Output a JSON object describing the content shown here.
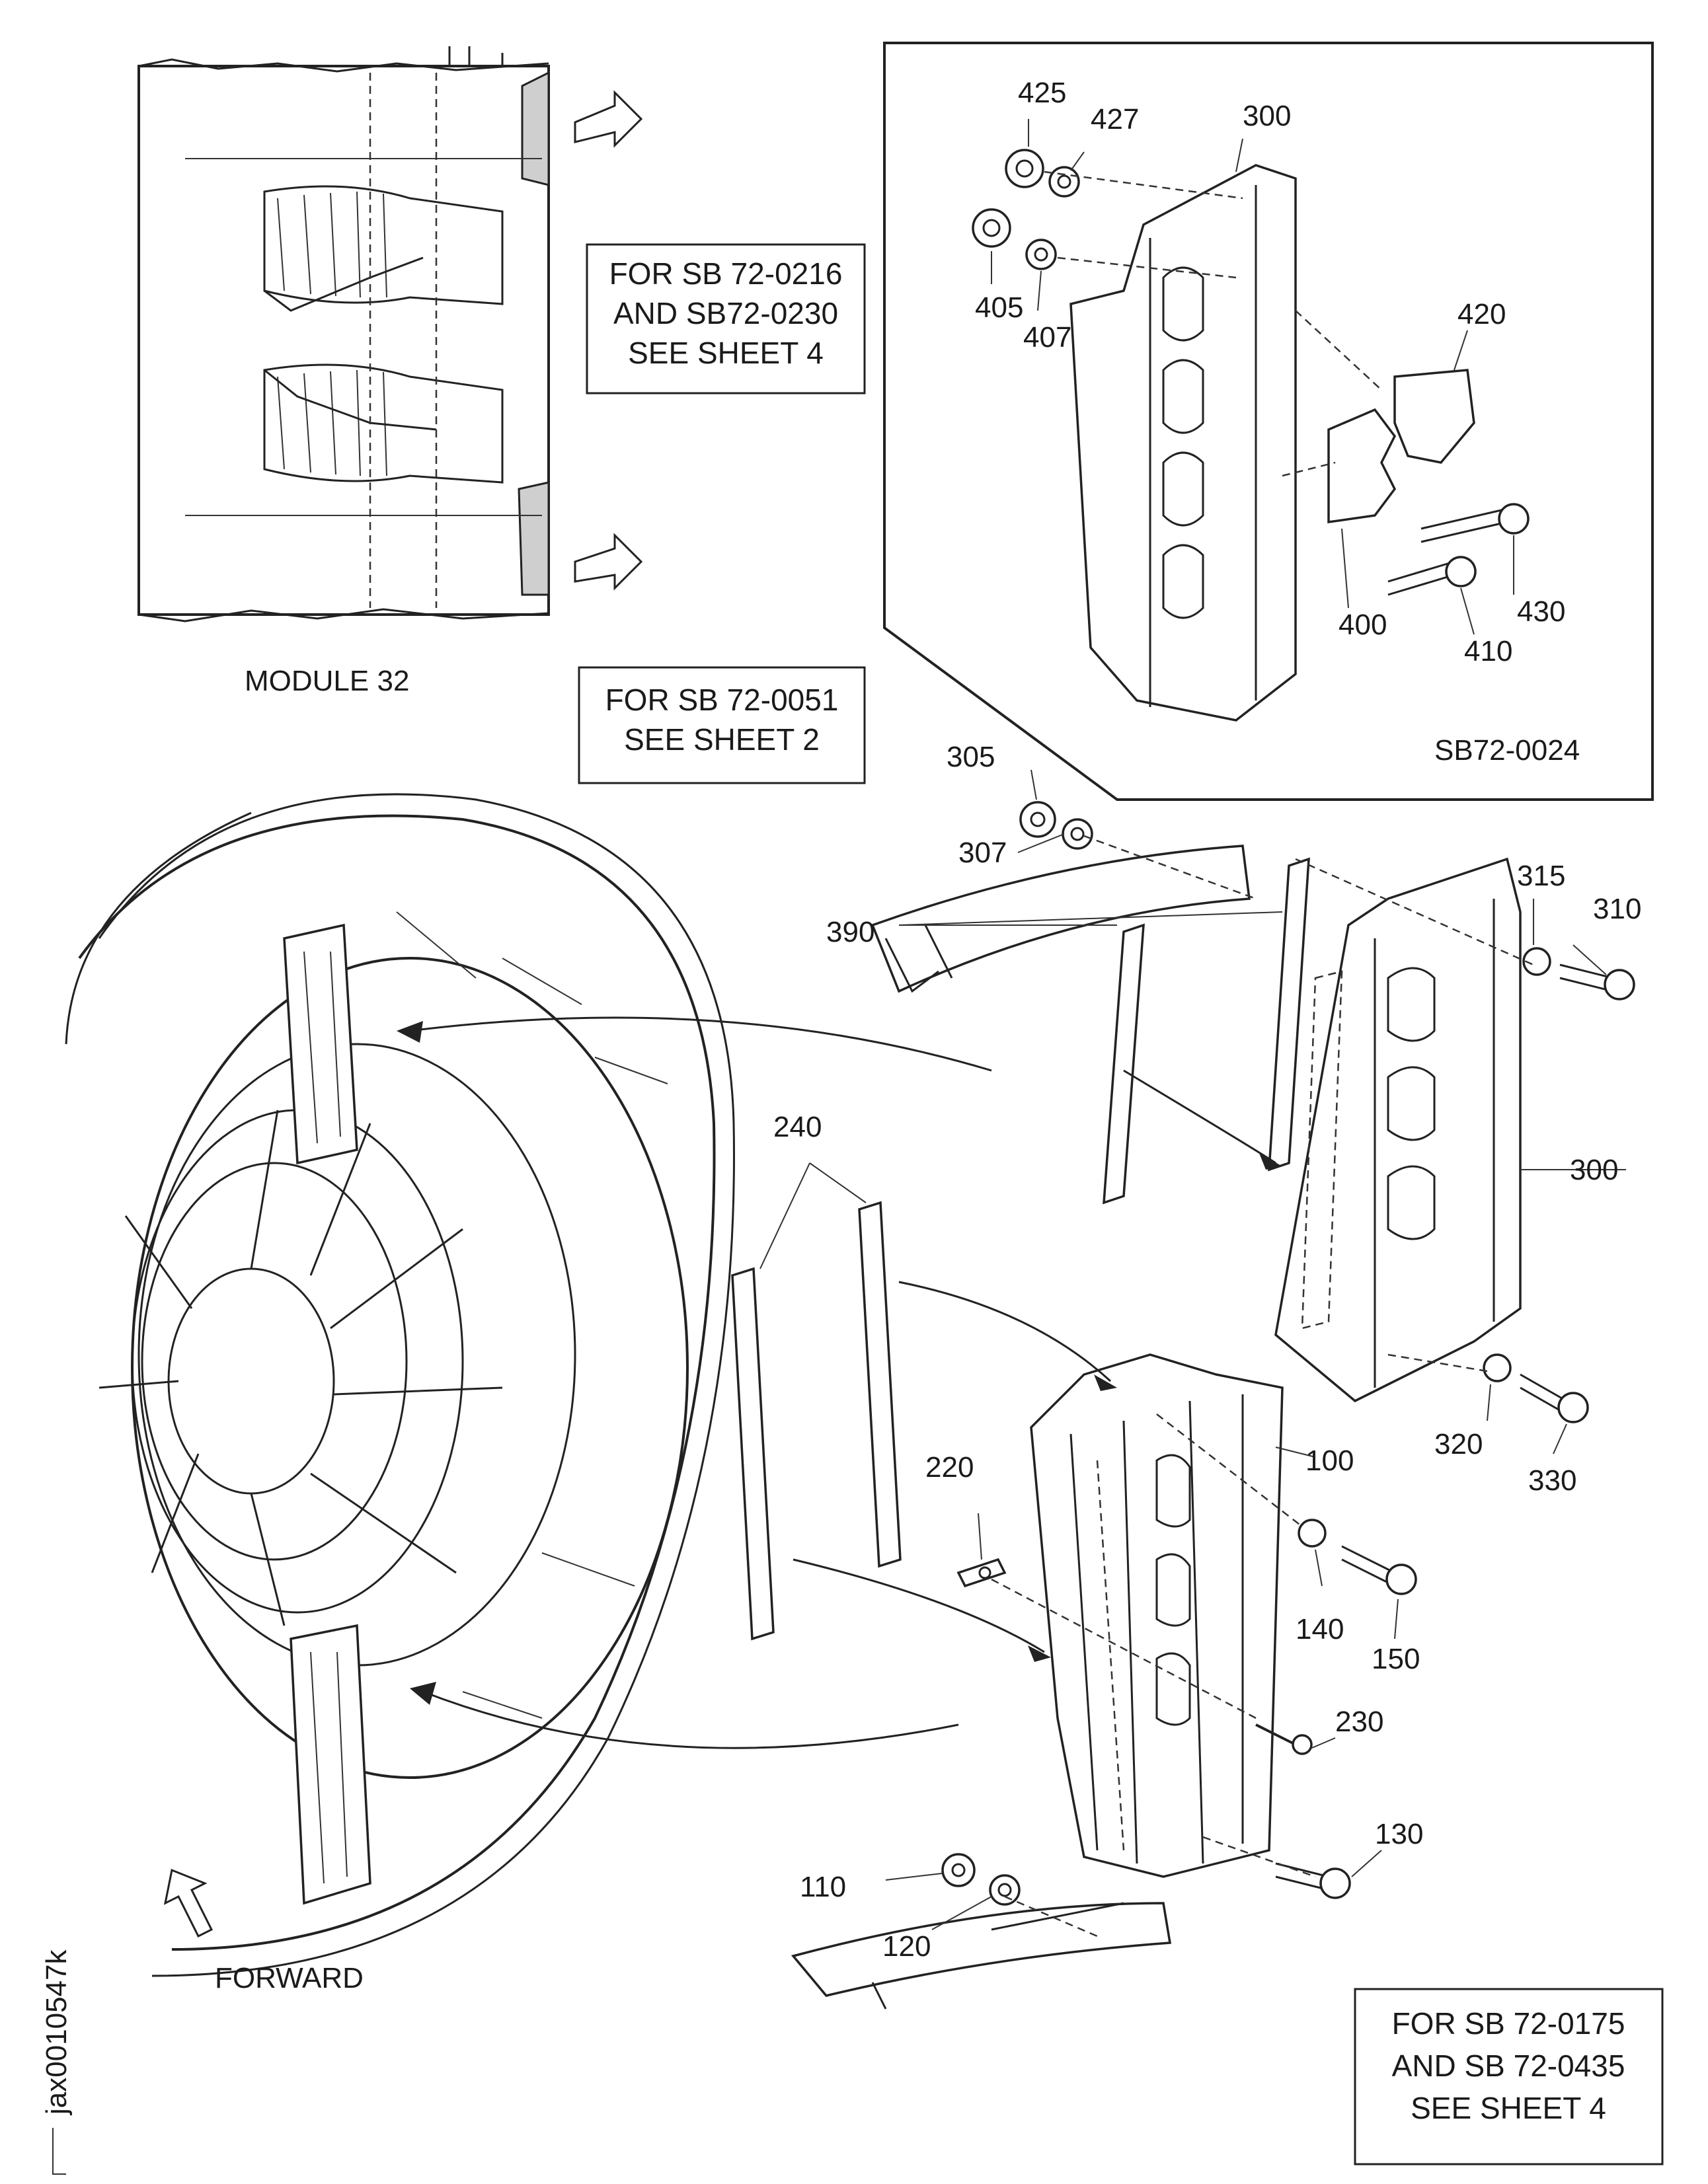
{
  "module_label": "MODULE 32",
  "forward_label": "FORWARD",
  "figure_id": "jax0010547k",
  "inset_label": "SB72-0024",
  "notes": {
    "top": [
      "FOR SB 72-0216",
      "AND SB72-0230",
      "SEE SHEET 4"
    ],
    "middle": [
      "FOR SB 72-0051",
      "SEE SHEET 2"
    ],
    "bottom": [
      "FOR SB 72-0175",
      "AND SB 72-0435",
      "SEE SHEET 4"
    ]
  },
  "callouts": {
    "c425": "425",
    "c427": "427",
    "c300a": "300",
    "c405": "405",
    "c407": "407",
    "c420": "420",
    "c430": "430",
    "c400": "400",
    "c410": "410",
    "c305": "305",
    "c307": "307",
    "c390": "390",
    "c315": "315",
    "c310": "310",
    "c300b": "300",
    "c240": "240",
    "c220": "220",
    "c100": "100",
    "c320": "320",
    "c330": "330",
    "c140": "140",
    "c150": "150",
    "c230": "230",
    "c130": "130",
    "c110": "110",
    "c120": "120"
  }
}
